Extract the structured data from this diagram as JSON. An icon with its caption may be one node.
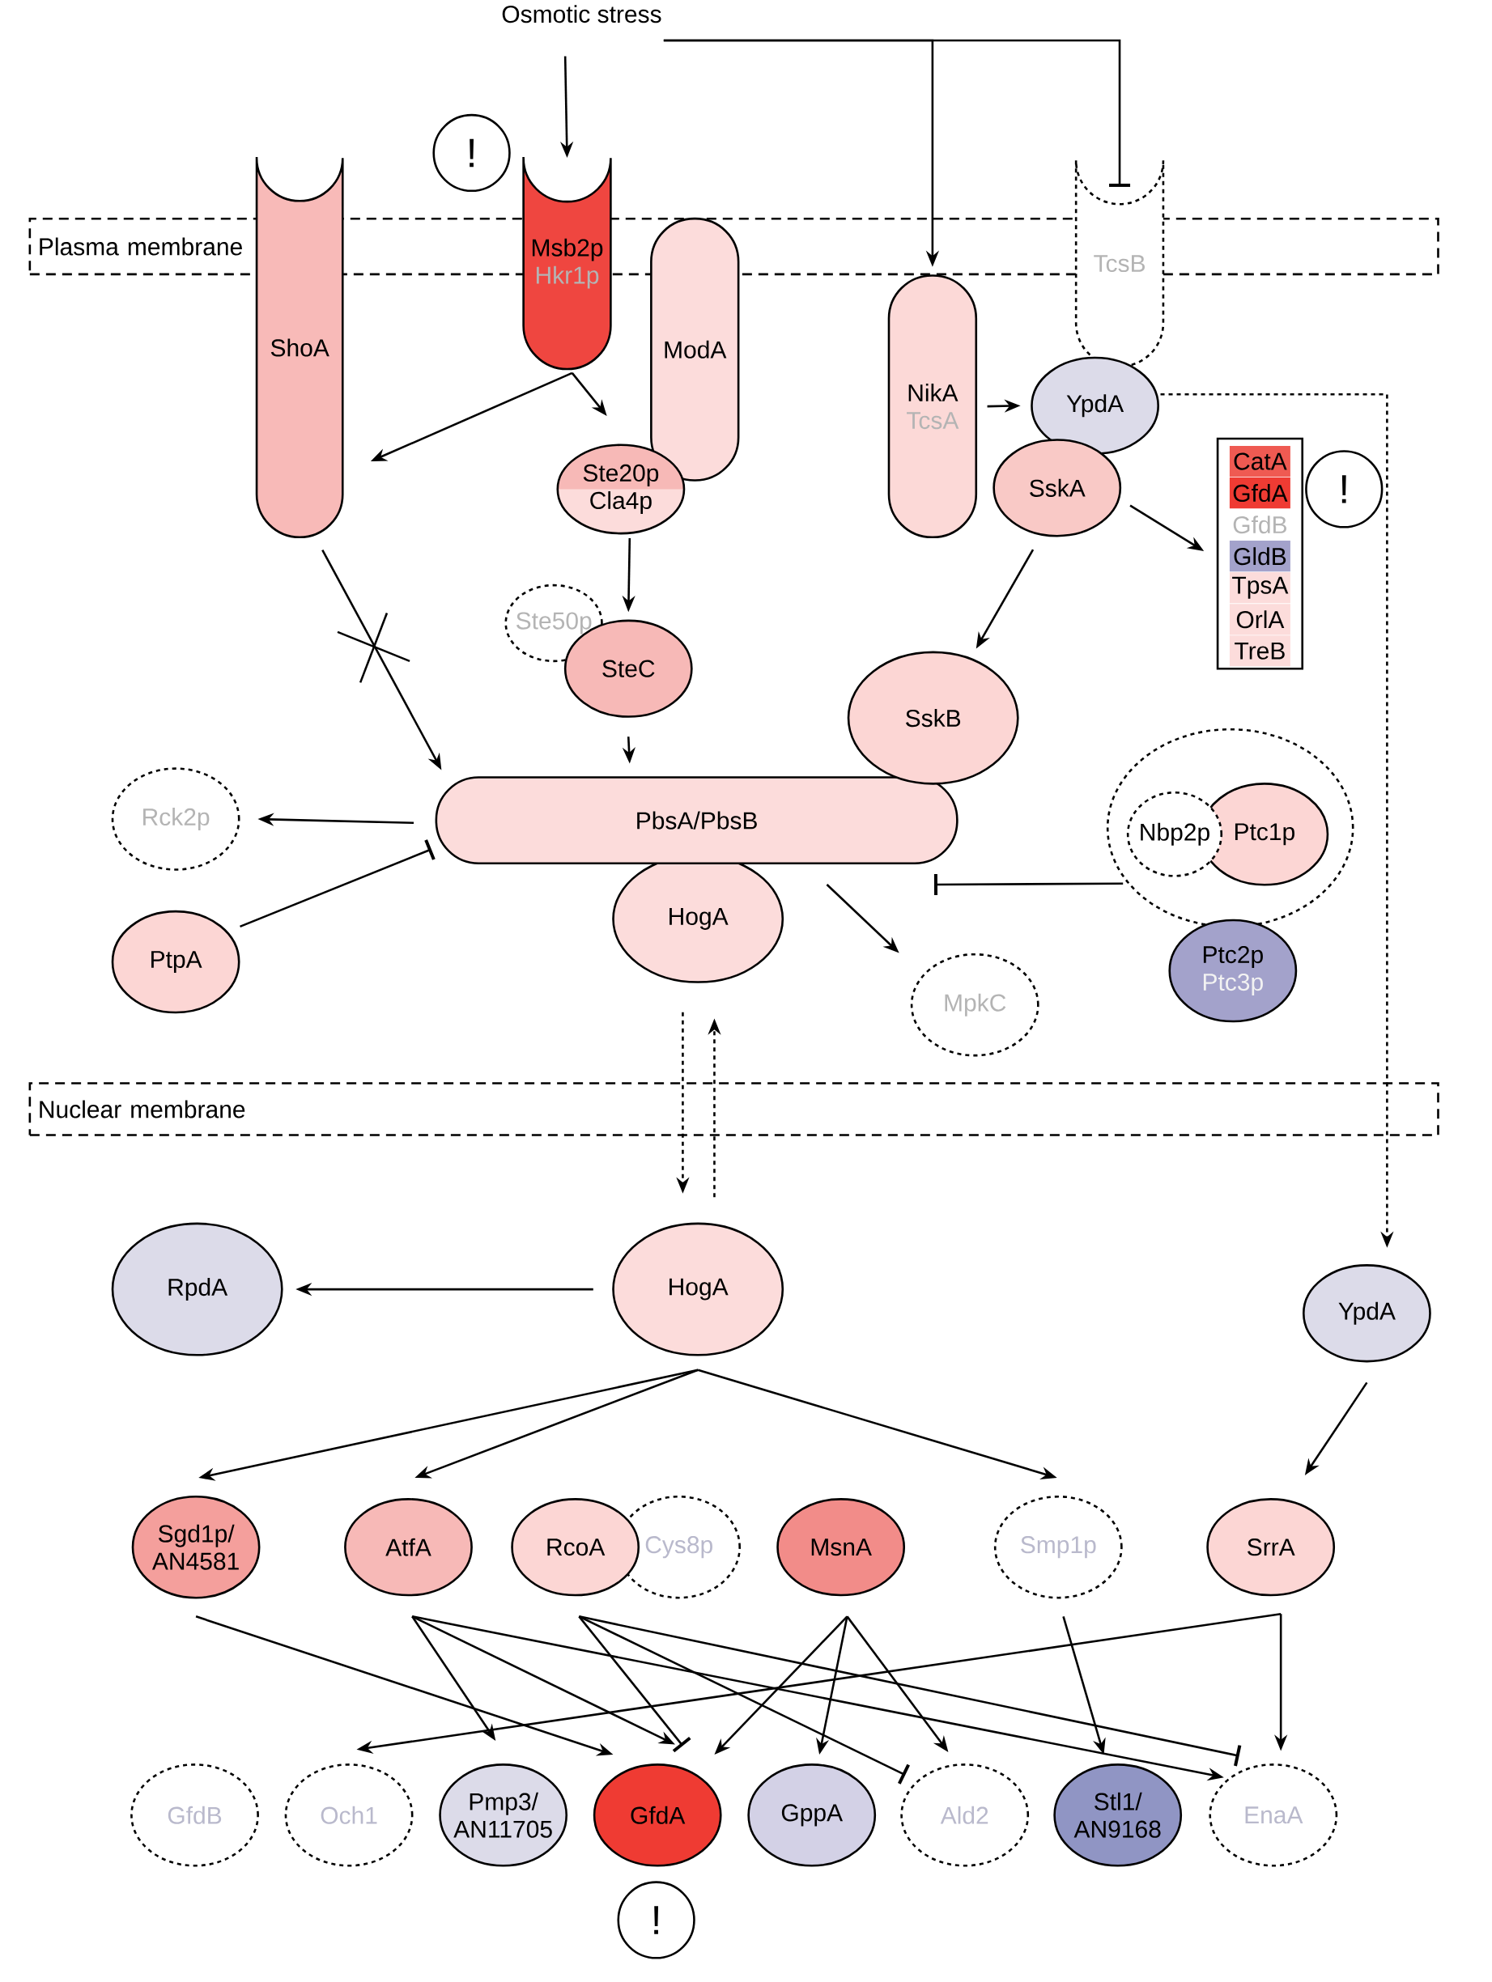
{
  "diagram": {
    "nodes": [
      {
        "text": [
          "Osmotic stress"
        ]
      },
      {
        "text": [
          "!"
        ]
      },
      {
        "text": [
          "ShoA"
        ]
      },
      {
        "text": [
          "Msb2p",
          "Hkr1p"
        ]
      },
      {
        "text": [
          "TcsB"
        ]
      },
      {
        "text": [
          "ModA"
        ]
      },
      {
        "text": [
          "NikA",
          "TcsA"
        ]
      },
      {
        "text": [
          "YpdA"
        ]
      },
      {
        "text": [
          "Ste20p",
          "Cla4p"
        ]
      },
      {
        "text": [
          "SskA"
        ]
      },
      {
        "text": [
          "CatA",
          "GfdA",
          "GfdB",
          "GldB",
          "TpsA",
          "OrlA",
          "TreB"
        ]
      },
      {
        "text": [
          "!"
        ]
      },
      {
        "text": [
          "Ste50p"
        ]
      },
      {
        "text": [
          "SteC"
        ]
      },
      {
        "text": [
          "SskB"
        ]
      },
      {
        "text": [
          "Rck2p"
        ]
      },
      {
        "text": [
          "PbsA/PbsB"
        ]
      },
      {
        "text": [],
        "shape": "circle"
      },
      {
        "text": [
          "Nbp2p"
        ],
        "in": 17
      },
      {
        "text": [
          "Ptc1p"
        ],
        "in": 17
      },
      {
        "text": [
          "HogA"
        ]
      },
      {
        "text": [
          "PtpA"
        ]
      },
      {
        "text": [
          "Ptc2p",
          "Ptc3p"
        ]
      },
      {
        "text": [
          "MpkC"
        ]
      },
      {
        "text": [
          "RpdA"
        ]
      },
      {
        "text": [
          "HogA"
        ]
      },
      {
        "text": [
          "YpdA"
        ]
      },
      {
        "text": [
          "Sgd1p/ AN4581"
        ]
      },
      {
        "text": [
          "AtfA"
        ]
      },
      {
        "text": [
          "RcoA"
        ]
      },
      {
        "text": [
          "Cys8p"
        ]
      },
      {
        "text": [
          "MsnA"
        ]
      },
      {
        "text": [
          "Smp1p"
        ]
      },
      {
        "text": [
          "SrrA"
        ]
      },
      {
        "text": [
          "GfdB"
        ]
      },
      {
        "text": [
          "Och1"
        ]
      },
      {
        "text": [
          "Pmp3/ AN11705"
        ]
      },
      {
        "text": [
          "GfdA"
        ]
      },
      {
        "text": [
          "GppA"
        ]
      },
      {
        "text": [
          "Ald2"
        ]
      },
      {
        "text": [
          "Stl1/ AN9168"
        ]
      },
      {
        "text": [
          "EnaA"
        ]
      },
      {
        "text": [
          "!"
        ]
      }
    ],
    "edges": [
      {
        "from": 0,
        "to": 3,
        "arrow": "to"
      },
      {
        "from": 0,
        "to": 6,
        "arrow": "to"
      },
      {
        "from": 0,
        "to": 4,
        "arrow": "other"
      },
      {
        "from": 3,
        "to": 2,
        "arrow": "to"
      },
      {
        "from": 3,
        "to": 8,
        "arrow": "to"
      },
      {
        "from": 2,
        "to": 16,
        "arrow": "to"
      },
      {
        "from": 8,
        "to": 13,
        "arrow": "to"
      },
      {
        "from": 13,
        "to": 16,
        "arrow": "to"
      },
      {
        "from": 6,
        "to": 7,
        "arrow": "to"
      },
      {
        "from": 9,
        "to": 14,
        "arrow": "to"
      },
      {
        "from": 9,
        "to": 10,
        "arrow": "to"
      },
      {
        "from": 7,
        "to": 26,
        "arrow": "to",
        "style": "dashed"
      },
      {
        "from": 16,
        "to": 15,
        "arrow": "to"
      },
      {
        "from": 21,
        "to": 16,
        "arrow": "other"
      },
      {
        "from": 17,
        "to": 16,
        "arrow": "other"
      },
      {
        "from": 16,
        "to": 23,
        "arrow": "to"
      },
      {
        "from": 20,
        "to": 25,
        "arrow": "to",
        "style": "dashed"
      },
      {
        "from": 25,
        "to": 20,
        "arrow": "to",
        "style": "dashed"
      },
      {
        "from": 25,
        "to": 24,
        "arrow": "to"
      },
      {
        "from": 25,
        "to": 27,
        "arrow": "to"
      },
      {
        "from": 25,
        "to": 28,
        "arrow": "to"
      },
      {
        "from": 25,
        "to": 32,
        "arrow": "to"
      },
      {
        "from": 26,
        "to": 33,
        "arrow": "to"
      },
      {
        "from": 27,
        "to": 37,
        "arrow": "to"
      },
      {
        "from": 28,
        "to": 36,
        "arrow": "to"
      },
      {
        "from": 28,
        "to": 37,
        "arrow": "to"
      },
      {
        "from": 28,
        "to": 41,
        "arrow": "to"
      },
      {
        "from": 29,
        "to": 37,
        "arrow": "other"
      },
      {
        "from": 29,
        "to": 39,
        "arrow": "other"
      },
      {
        "from": 29,
        "to": 41,
        "arrow": "other"
      },
      {
        "from": 31,
        "to": 37,
        "arrow": "to"
      },
      {
        "from": 31,
        "to": 38,
        "arrow": "to"
      },
      {
        "from": 31,
        "to": 39,
        "arrow": "to"
      },
      {
        "from": 32,
        "to": 40,
        "arrow": "to"
      },
      {
        "from": 33,
        "to": 35,
        "arrow": "to"
      },
      {
        "from": 33,
        "to": 41,
        "arrow": "to"
      }
    ],
    "labels": [
      "Plasma membrane",
      "Nuclear membrane"
    ]
  }
}
